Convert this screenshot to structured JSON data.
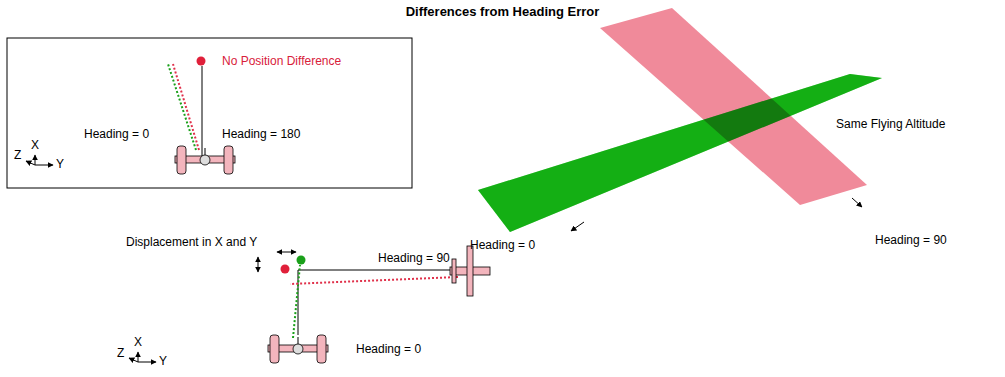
{
  "diagram": {
    "title": "Differences from Heading Error",
    "labels": [
      "No Position Difference",
      "Heading = 0",
      "Heading = 180",
      "Z",
      "X",
      "Y",
      "Same Flying Altitude",
      "Heading = 0",
      "Heading = 90",
      "Displacement in X and Y",
      "Heading = 90",
      "Heading = 0",
      "Z",
      "X",
      "Y"
    ]
  }
}
